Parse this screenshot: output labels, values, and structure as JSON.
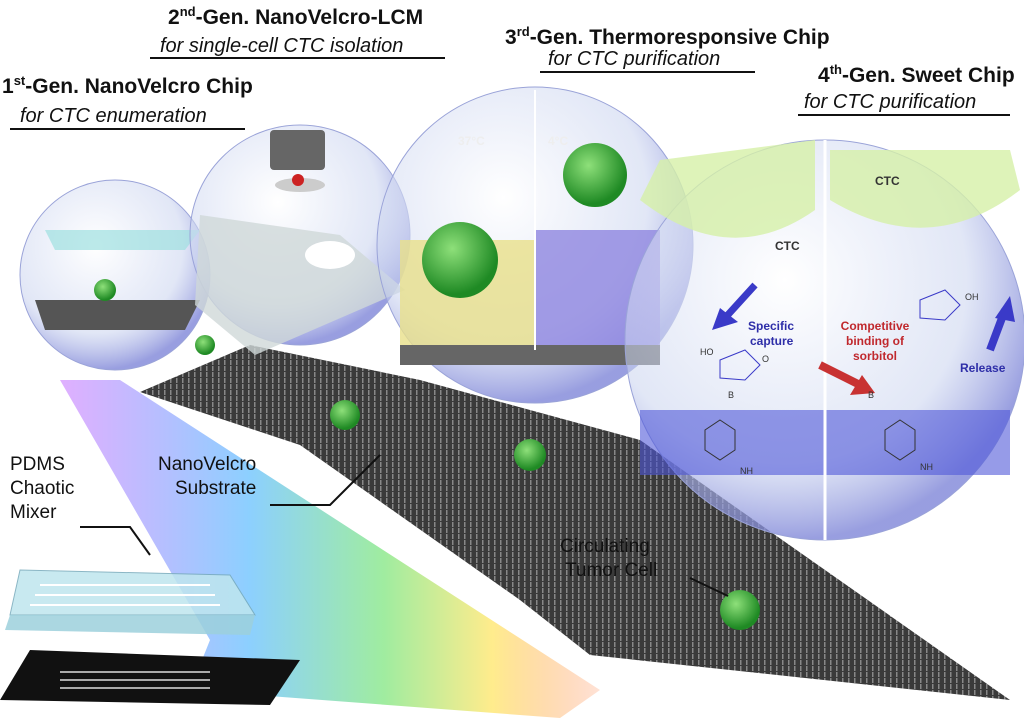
{
  "gen1": {
    "num": "1",
    "sup": "st",
    "title": "-Gen. NanoVelcro Chip",
    "subtitle": "for CTC enumeration"
  },
  "gen2": {
    "num": "2",
    "sup": "nd",
    "title": "-Gen. NanoVelcro-LCM",
    "subtitle": "for single-cell CTC isolation"
  },
  "gen3": {
    "num": "3",
    "sup": "rd",
    "title": "-Gen. Thermoresponsive Chip",
    "subtitle": "for CTC purification",
    "temp_warm": "37°C",
    "temp_cold": "4°C"
  },
  "gen4": {
    "num": "4",
    "sup": "th",
    "title": "-Gen. Sweet Chip",
    "subtitle": "for CTC purification",
    "ctc_left": "CTC",
    "ctc_right": "CTC",
    "capture": [
      "Specific",
      "capture"
    ],
    "competitive": [
      "Competitive",
      "binding of",
      "sorbitol"
    ],
    "release": "Release",
    "chem": {
      "oh": "OH",
      "ho": "HO",
      "o": "O",
      "b": "B",
      "nh": "NH"
    }
  },
  "labels": {
    "mixer": [
      "PDMS",
      "Chaotic",
      "Mixer"
    ],
    "substrate": [
      "NanoVelcro",
      "Substrate"
    ],
    "tumor": [
      "Circulating",
      "Tumor Cell"
    ]
  },
  "colors": {
    "cell": "#2fae2f",
    "substrate": "#3a3a3a",
    "arrow_blue": "#3a3ac8",
    "arrow_red": "#c83232",
    "text_red": "#c0282d",
    "text_blue": "#2e2ea8"
  }
}
